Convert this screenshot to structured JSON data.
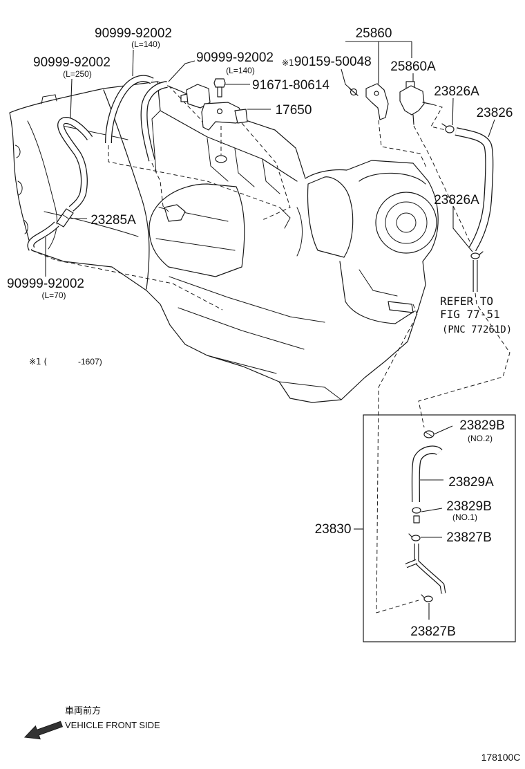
{
  "diagram": {
    "illustration_number": "178100C",
    "callouts": [
      {
        "number": "90999-92002",
        "note": "(L=140)"
      },
      {
        "number": "90999-92002",
        "note": "(L=250)"
      },
      {
        "number": "90999-92002",
        "note": "(L=140)"
      },
      {
        "number": "25860"
      },
      {
        "mark": "※1",
        "number": "90159-50048"
      },
      {
        "number": "25860A"
      },
      {
        "number": "91671-80614"
      },
      {
        "number": "17650"
      },
      {
        "number": "23826A"
      },
      {
        "number": "23826"
      },
      {
        "number": "23826A"
      },
      {
        "number": "23285A"
      },
      {
        "number": "90999-92002",
        "note": "(L=70)"
      },
      {
        "number": "23829B",
        "note": "(NO.2)"
      },
      {
        "number": "23829A"
      },
      {
        "number": "23829B",
        "note": "(NO.1)"
      },
      {
        "number": "23830"
      },
      {
        "number": "23827B"
      },
      {
        "number": "23827B"
      }
    ],
    "reference": {
      "line1": "REFER TO",
      "line2": "FIG 77-51",
      "line3": "(PNC 77261D)"
    },
    "footnote": {
      "mark": "※1 (",
      "range": "-1607)"
    },
    "orientation": {
      "label_jp": "車両前方",
      "label_en": "VEHICLE FRONT SIDE",
      "arrow_icon": "arrow-down-left-icon"
    }
  }
}
